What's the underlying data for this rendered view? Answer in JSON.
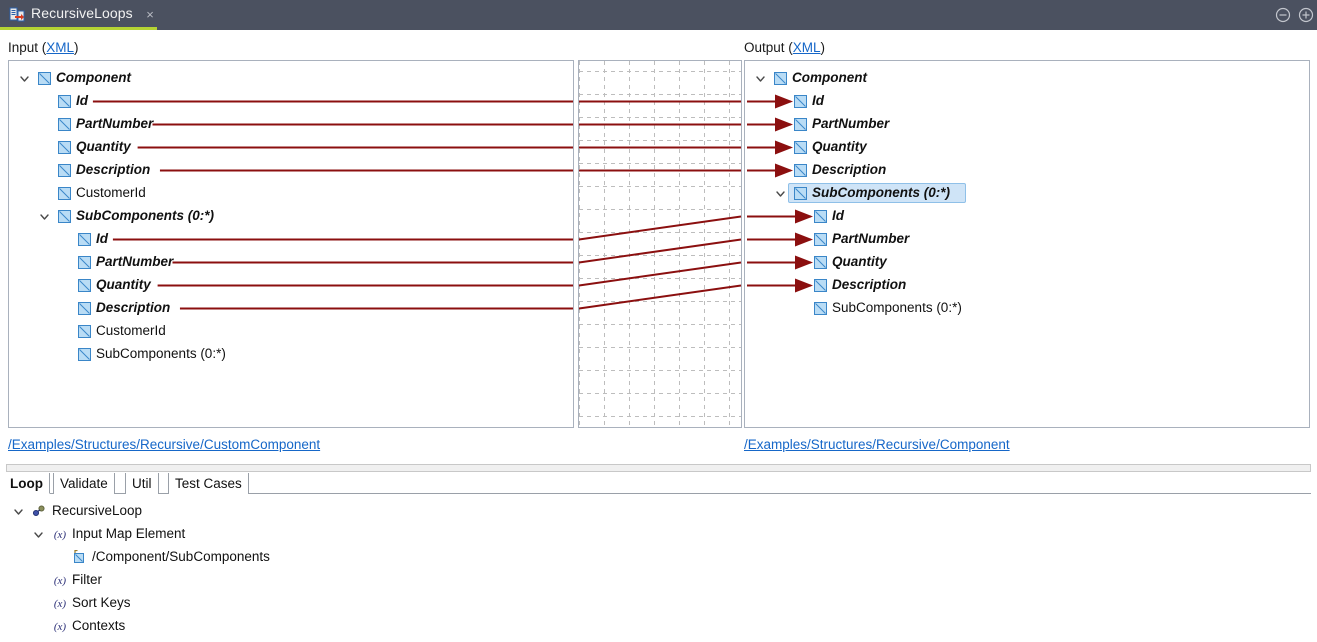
{
  "window": {
    "tab_title": "RecursiveLoops",
    "tab_icon": "mapping-file-icon",
    "close_label": "×",
    "minimize_icon": "minus-circle-icon",
    "maximize_icon": "plus-circle-icon",
    "accent_color": "#b5d334",
    "titlebar_color": "#4b5160"
  },
  "input_section": {
    "label": "Input (",
    "format_link": "XML",
    "label_end": ")",
    "path": "/Examples/Structures/Recursive/CustomComponent"
  },
  "output_section": {
    "label": "Output (",
    "format_link": "XML",
    "label_end": ")",
    "path": "/Examples/Structures/Recursive/Component"
  },
  "input_tree": [
    {
      "label": "Component",
      "indent": 0,
      "twisty": "expanded",
      "mapped": true,
      "selected": false
    },
    {
      "label": "Id",
      "indent": 1,
      "twisty": "none",
      "mapped": true,
      "selected": false
    },
    {
      "label": "PartNumber",
      "indent": 1,
      "twisty": "none",
      "mapped": true,
      "selected": false
    },
    {
      "label": "Quantity",
      "indent": 1,
      "twisty": "none",
      "mapped": true,
      "selected": false
    },
    {
      "label": "Description",
      "indent": 1,
      "twisty": "none",
      "mapped": true,
      "selected": false
    },
    {
      "label": "CustomerId",
      "indent": 1,
      "twisty": "none",
      "mapped": false,
      "selected": false
    },
    {
      "label": "SubComponents (0:*)",
      "indent": 1,
      "twisty": "expanded",
      "mapped": true,
      "selected": false
    },
    {
      "label": "Id",
      "indent": 2,
      "twisty": "none",
      "mapped": true,
      "selected": false
    },
    {
      "label": "PartNumber",
      "indent": 2,
      "twisty": "none",
      "mapped": true,
      "selected": false
    },
    {
      "label": "Quantity",
      "indent": 2,
      "twisty": "none",
      "mapped": true,
      "selected": false
    },
    {
      "label": "Description",
      "indent": 2,
      "twisty": "none",
      "mapped": true,
      "selected": false
    },
    {
      "label": "CustomerId",
      "indent": 2,
      "twisty": "none",
      "mapped": false,
      "selected": false
    },
    {
      "label": "SubComponents (0:*)",
      "indent": 2,
      "twisty": "none",
      "mapped": false,
      "selected": false
    }
  ],
  "output_tree": [
    {
      "label": "Component",
      "indent": 0,
      "twisty": "expanded",
      "mapped": true,
      "selected": false
    },
    {
      "label": "Id",
      "indent": 1,
      "twisty": "none",
      "mapped": true,
      "selected": false
    },
    {
      "label": "PartNumber",
      "indent": 1,
      "twisty": "none",
      "mapped": true,
      "selected": false
    },
    {
      "label": "Quantity",
      "indent": 1,
      "twisty": "none",
      "mapped": true,
      "selected": false
    },
    {
      "label": "Description",
      "indent": 1,
      "twisty": "none",
      "mapped": true,
      "selected": false
    },
    {
      "label": "SubComponents (0:*)",
      "indent": 1,
      "twisty": "expanded",
      "mapped": true,
      "selected": true
    },
    {
      "label": "Id",
      "indent": 2,
      "twisty": "none",
      "mapped": true,
      "selected": false
    },
    {
      "label": "PartNumber",
      "indent": 2,
      "twisty": "none",
      "mapped": true,
      "selected": false
    },
    {
      "label": "Quantity",
      "indent": 2,
      "twisty": "none",
      "mapped": true,
      "selected": false
    },
    {
      "label": "Description",
      "indent": 2,
      "twisty": "none",
      "mapped": true,
      "selected": false
    },
    {
      "label": "SubComponents (0:*)",
      "indent": 2,
      "twisty": "none",
      "mapped": false,
      "selected": false
    }
  ],
  "links": {
    "color": "#8b0f0f",
    "connections": [
      {
        "from_row": 1,
        "to_row": 1
      },
      {
        "from_row": 2,
        "to_row": 2
      },
      {
        "from_row": 3,
        "to_row": 3
      },
      {
        "from_row": 4,
        "to_row": 4
      },
      {
        "from_row": 7,
        "to_row": 6
      },
      {
        "from_row": 8,
        "to_row": 7
      },
      {
        "from_row": 9,
        "to_row": 8
      },
      {
        "from_row": 10,
        "to_row": 9
      }
    ]
  },
  "bottom_tabs": [
    {
      "label": "Loop",
      "active": true
    },
    {
      "label": "Validate",
      "active": false
    },
    {
      "label": "Util",
      "active": false
    },
    {
      "label": "Test Cases",
      "active": false
    }
  ],
  "bottom_tree": [
    {
      "label": "RecursiveLoop",
      "indent": 0,
      "twisty": "expanded",
      "icon": "loop-icon"
    },
    {
      "label": "Input Map Element",
      "indent": 1,
      "twisty": "expanded",
      "icon": "expression-icon"
    },
    {
      "label": "/Component/SubComponents",
      "indent": 2,
      "twisty": "none",
      "icon": "xpath-icon"
    },
    {
      "label": "Filter",
      "indent": 1,
      "twisty": "none",
      "icon": "expression-icon"
    },
    {
      "label": "Sort Keys",
      "indent": 1,
      "twisty": "none",
      "icon": "expression-icon"
    },
    {
      "label": "Contexts",
      "indent": 1,
      "twisty": "none",
      "icon": "expression-icon"
    }
  ]
}
